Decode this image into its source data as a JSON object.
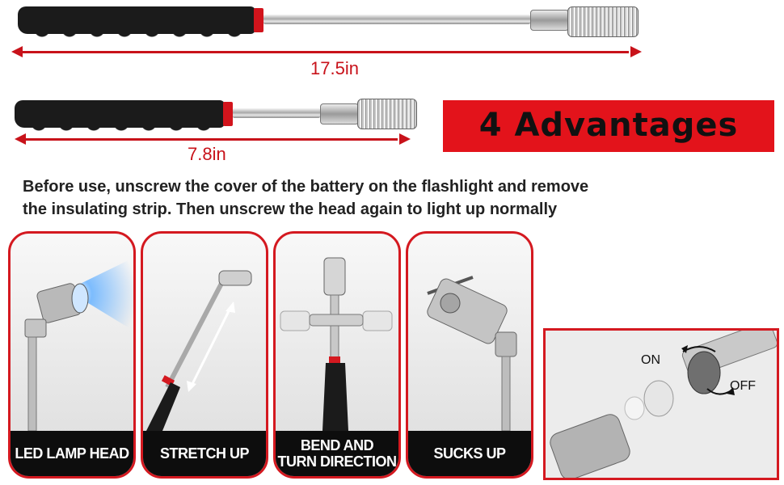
{
  "dimensions": {
    "extended_length": "17.5in",
    "collapsed_length": "7.8in"
  },
  "banner": {
    "text": "4 Advantages"
  },
  "instructions": {
    "line1": "Before use, unscrew the cover of the battery on the flashlight and remove",
    "line2": "the insulating strip. Then unscrew the head again to light up normally"
  },
  "features": [
    {
      "label": "LED LAMP HEAD"
    },
    {
      "label": "STRETCH  UP"
    },
    {
      "label": "BEND AND\nTURN DIRECTION"
    },
    {
      "label": "SUCKS UP"
    }
  ],
  "switch_panel": {
    "on_label": "ON",
    "off_label": "OFF"
  },
  "colors": {
    "accent_red": "#d41920",
    "handle_black": "#1b1b1b"
  }
}
